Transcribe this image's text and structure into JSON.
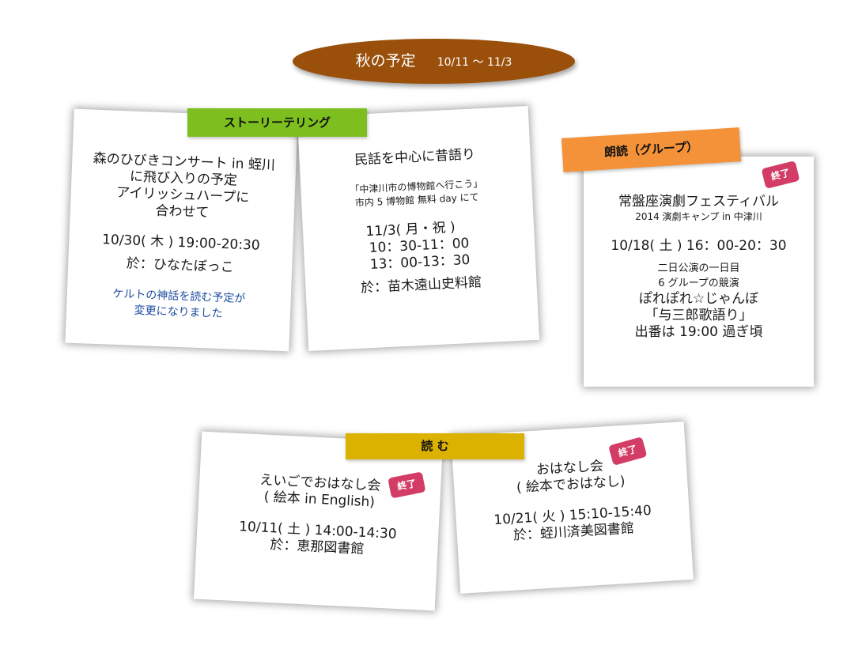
{
  "header": {
    "title": "秋の予定",
    "period": "10/11 〜 11/3",
    "color": "#9a4f0a"
  },
  "tags": {
    "storytelling": {
      "label": "ストーリーテリング",
      "color": "#7dbf1f"
    },
    "reading_group": {
      "label": "朗読（グループ）",
      "color": "#f4923a"
    },
    "reading": {
      "label": "読 む",
      "color": "#dcb200"
    }
  },
  "stamp_label": "終了",
  "stamp_color": "#d23c65",
  "cards": {
    "forest_concert": {
      "title_lines": [
        "森のひびきコンサート in 蛭川",
        "に飛び入りの予定",
        "アイリッシュハープに",
        "合わせて"
      ],
      "datetime": "10/30( 木 )  19:00-20:30",
      "venue": "於：ひなたぼっこ",
      "notice_lines": [
        "ケルトの神話を読む予定が",
        "変更になりました"
      ]
    },
    "folktale": {
      "title": "民話を中心に昔語り",
      "sub_lines": [
        "「中津川市の博物館へ行こう」",
        "市内 5 博物館 無料 day にて"
      ],
      "date": "11/3( 月・祝 )",
      "times": [
        "10：30-11：00",
        "13：00-13：30"
      ],
      "venue": "於：苗木遠山史料館"
    },
    "theater_festival": {
      "title": "常盤座演劇フェスティバル",
      "subtitle": "2014 演劇キャンプ in 中津川",
      "datetime": "10/18( 土 )  16：00-20：30",
      "notes": [
        "二日公演の一日目",
        "6 グループの競演"
      ],
      "group_lines": [
        "ぽれぽれ☆じゃんぼ",
        "「与三郎歌語り」",
        "出番は 19:00 過ぎ頃"
      ]
    },
    "english_story": {
      "title": "えいごでおはなし会",
      "subtitle": "( 絵本 in English)",
      "datetime": "10/11( 土 )   14:00-14:30",
      "venue": "於：恵那図書館"
    },
    "story_time": {
      "title": "おはなし会",
      "subtitle": "( 絵本でおはなし)",
      "datetime": "10/21( 火 )   15:10-15:40",
      "venue": "於：蛭川済美図書館"
    }
  }
}
